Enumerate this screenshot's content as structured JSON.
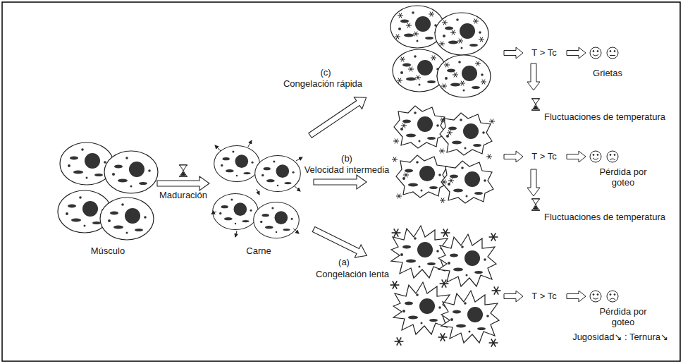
{
  "diagram": {
    "nodes": [
      {
        "text": [
          "Músculo"
        ]
      },
      {
        "text": [
          "Carne"
        ]
      }
    ],
    "edges": [
      {
        "from": 0,
        "to": 1,
        "arrow": "to",
        "label": "Maduración"
      }
    ],
    "labels": [
      "(c)",
      "Congelación rápida",
      "(b)",
      "Velocidad intermedia",
      "(a)",
      "Congelación lenta",
      "T > Tc",
      "Grietas",
      "Fluctuaciones de temperatura",
      "T > Tc",
      "Pérdida por goteo",
      "Fluctuaciones de temperatura",
      "T > Tc",
      "Pérdida por goteo",
      "Jugosidad↘ : Ternura↘"
    ]
  }
}
